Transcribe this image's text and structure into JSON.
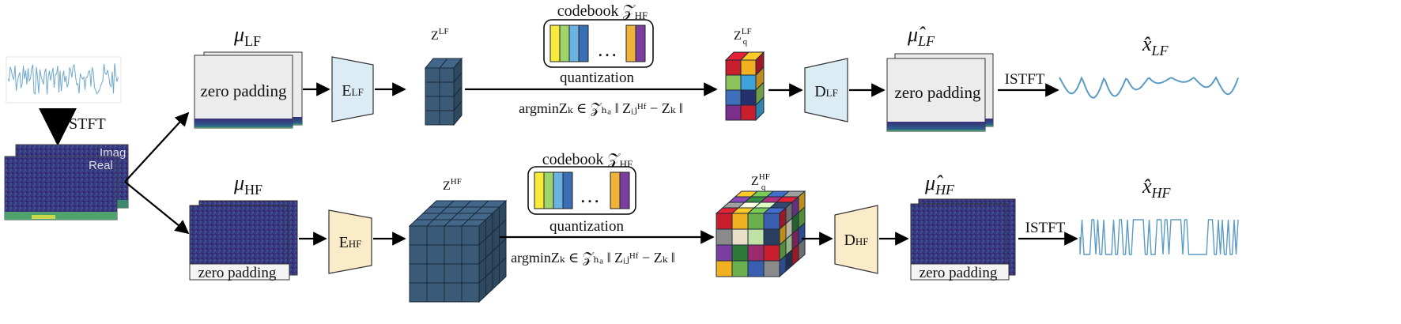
{
  "input": {
    "stft_label": "STFT",
    "imag_label": "Imag",
    "real_label": "Real"
  },
  "top_branch": {
    "mu_label": "μ",
    "mu_sub": "LF",
    "pad_label": "zero padding",
    "encoder_label": "E",
    "encoder_sub": "LF",
    "z_label": "Z",
    "z_sup": "LF",
    "codebook_label": "codebook 𝒵",
    "codebook_sub": "HF",
    "codebook_dots": "…",
    "quantization_label": "quantization",
    "argmin_formula": "argminZₖ ∈ 𝒵ₕₐ ‖ Zᵢⱼᴴᶠ − Zₖ ‖",
    "zq_label": "Z",
    "zq_sub": "q",
    "zq_sup": "LF",
    "decoder_label": "D",
    "decoder_sub": "LF",
    "muhat_label": "μ̂",
    "muhat_sub": "LF",
    "pad_out_label": "zero padding",
    "istft_label": "ISTFT",
    "xhat_label": "x̂",
    "xhat_sub": "LF"
  },
  "bottom_branch": {
    "mu_label": "μ",
    "mu_sub": "HF",
    "pad_label": "zero padding",
    "encoder_label": "E",
    "encoder_sub": "HF",
    "z_label": "Z",
    "z_sup": "HF",
    "codebook_label": "codebook 𝒵",
    "codebook_sub": "HF",
    "codebook_dots": "…",
    "quantization_label": "quantization",
    "zq_label": "Z",
    "zq_sub": "q",
    "zq_sup": "HF",
    "decoder_label": "D",
    "decoder_sub": "HF",
    "muhat_label": "μ̂",
    "muhat_sub": "HF",
    "pad_out_label": "zero padding",
    "istft_label": "ISTFT",
    "xhat_label": "x̂",
    "xhat_sub": "HF"
  },
  "colors": {
    "spectrogram_bg": "#3b2f7a",
    "encoder_lf_fill": "#dcecf5",
    "encoder_hf_fill": "#faebc9",
    "cube_fill": "#3a5a78",
    "waveform": "#5b9bc4",
    "codebook": [
      "#f7ea3a",
      "#9ed46a",
      "#6ab4e3",
      "#3a6fb5",
      "#f0b33a",
      "#7a3ea0"
    ],
    "quant_lf": [
      "#c81e2e",
      "#f0b020",
      "#8dc35a",
      "#3fa2d8",
      "#3f6fb8",
      "#23306b",
      "#7a2f8a"
    ],
    "quant_hf": [
      "#c81e2e",
      "#f0b020",
      "#6ab04c",
      "#3a5fb0",
      "#8a8a8a",
      "#eadfc8",
      "#bfe3a6",
      "#2a3f5f",
      "#7a3ea0",
      "#2f7a3a",
      "#9a2c6e"
    ]
  }
}
